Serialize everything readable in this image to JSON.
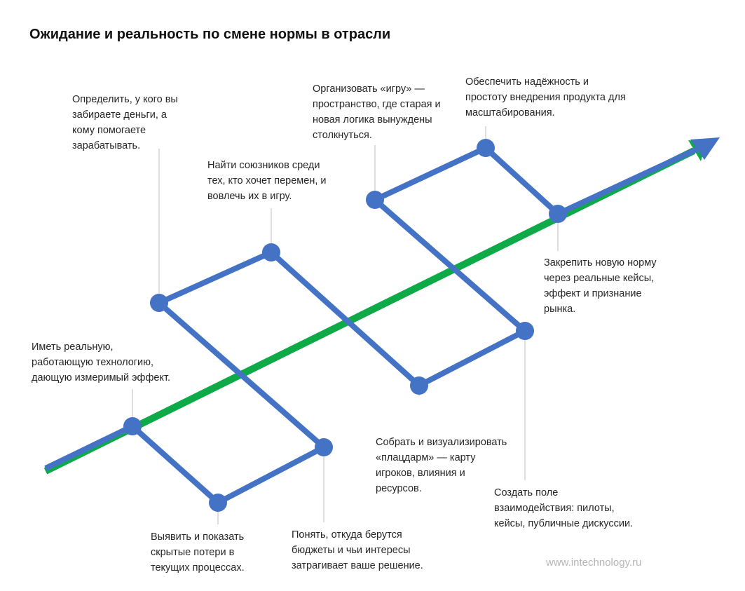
{
  "title": "Ожидание и реальность по смене нормы в отрасли",
  "colors": {
    "path": "#4472C4",
    "trend": "#0DAA47",
    "leader": "#c8c8c8"
  },
  "steps": [
    {
      "text": "Иметь реальную,\nработающую технологию,\nдающую измеримый эффект."
    },
    {
      "text": "Выявить и показать\nскрытые потери в\nтекущих процессах."
    },
    {
      "text": "Понять, откуда берутся\nбюджеты и чьи интересы\nзатрагивает ваше решение."
    },
    {
      "text": "Определить, у кого вы\nзабираете деньги, а\nкому помогаете\nзарабатывать."
    },
    {
      "text": "Найти союзников среди\nтех, кто хочет перемен, и\nвовлечь их в игру."
    },
    {
      "text": "Собрать и визуализировать\n«плацдарм» — карту\nигроков, влияния и\nресурсов."
    },
    {
      "text": "Создать поле\nвзаимодействия: пилоты,\nкейсы, публичные дискуссии."
    },
    {
      "text": "Организовать «игру» —\nпространство, где старая и\nновая логика вынуждены\nстолкнуться."
    },
    {
      "text": "Обеспечить надёжность и\nпростоту внедрения продукта для\nмасштабирования."
    },
    {
      "text": "Закрепить новую норму\nчерез реальные кейсы,\nэффект и признание\nрынка."
    }
  ],
  "watermark": "www.intechnology.ru"
}
